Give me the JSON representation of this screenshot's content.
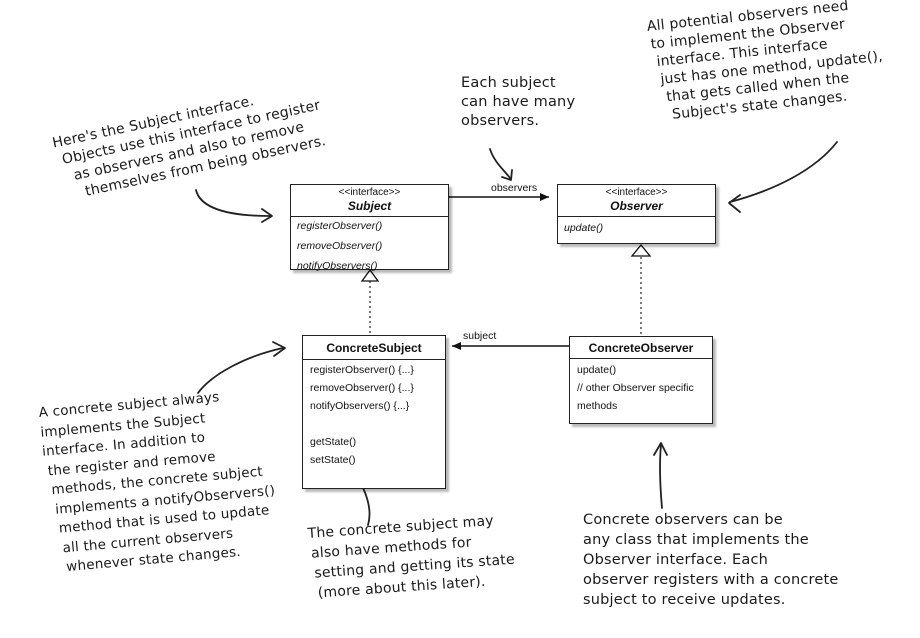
{
  "classes": {
    "subject": {
      "stereotype": "<<interface>>",
      "name": "Subject",
      "methods": [
        "registerObserver()",
        "removeObserver()",
        "notifyObservers()"
      ]
    },
    "observer": {
      "stereotype": "<<interface>>",
      "name": "Observer",
      "methods": [
        "update()"
      ]
    },
    "concrete_subject": {
      "name": "ConcreteSubject",
      "methods": [
        "registerObserver() {...}",
        "removeObserver() {...}",
        "notifyObservers() {...}",
        "getState()",
        "setState()"
      ]
    },
    "concrete_observer": {
      "name": "ConcreteObserver",
      "methods": [
        "update()",
        "// other Observer specific",
        "methods"
      ]
    }
  },
  "associations": {
    "observers_label": "observers",
    "subject_label": "subject"
  },
  "annotations": {
    "subject_interface": [
      "Here's the Subject interface.",
      "Objects use this interface to register",
      "as observers and also to remove",
      "themselves from being observers."
    ],
    "many_observers": [
      "Each subject",
      "can have many",
      "observers."
    ],
    "observer_interface": [
      "All potential observers need",
      "to implement the Observer",
      "interface.  This interface",
      "just has one method, update(),",
      "that gets called when the",
      "Subject's state changes."
    ],
    "concrete_subject": [
      "A concrete subject always",
      "implements the Subject",
      "interface.  In addition to",
      "the register and remove",
      "methods, the concrete subject",
      "implements a notifyObservers()",
      "method that is used to update",
      "all the current observers",
      "whenever state changes."
    ],
    "concrete_subject_state": [
      "The concrete subject may",
      "also have methods for",
      "setting and getting its state",
      "(more about this later)."
    ],
    "concrete_observers": [
      "Concrete observers can be",
      "any class that implements the",
      "Observer interface.  Each",
      "observer registers with a concrete",
      "subject to receive updates."
    ]
  }
}
